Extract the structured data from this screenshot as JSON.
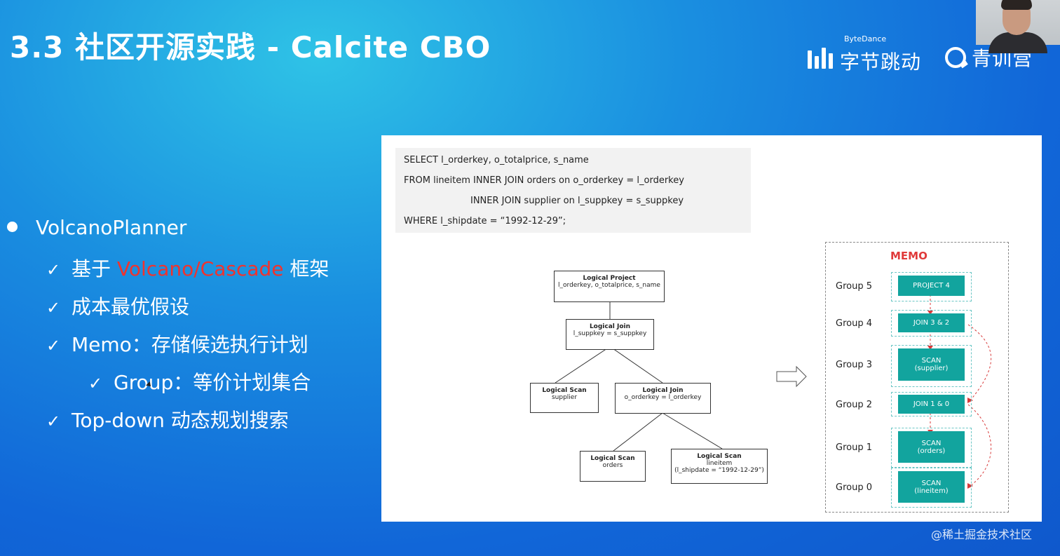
{
  "slide": {
    "title": "3.3 社区开源实践 - Calcite CBO",
    "brand_en": "ByteDance",
    "brand_cn": "字节跳动",
    "brand2": "青训营",
    "watermark": "@稀土掘金技术社区"
  },
  "bullets": {
    "main": "VolcanoPlanner",
    "check": "✓",
    "b1_pre": "基于 ",
    "b1_red": "Volcano/Cascade",
    "b1_post": " 框架",
    "b2": "成本最优假设",
    "b3": "Memo：存储候选执行计划",
    "b4": "Group：等价计划集合",
    "b5": "Top-down 动态规划搜索"
  },
  "sql": [
    "SELECT l_orderkey, o_totalprice, s_name",
    "FROM lineitem INNER JOIN orders on o_orderkey = l_orderkey",
    "INNER JOIN supplier on l_suppkey = s_suppkey",
    "WHERE l_shipdate = “1992-12-29”;"
  ],
  "tree": {
    "project_h": "Logical Project",
    "project_b": "l_orderkey, o_totalprice, s_name",
    "join1_h": "Logical Join",
    "join1_b": "l_suppkey = s_suppkey",
    "scan_sup_h": "Logical Scan",
    "scan_sup_b": "supplier",
    "join2_h": "Logical Join",
    "join2_b": "o_orderkey = l_orderkey",
    "scan_ord_h": "Logical Scan",
    "scan_ord_b": "orders",
    "scan_li_h": "Logical Scan",
    "scan_li_b1": "lineitem",
    "scan_li_b2": "(l_shipdate = “1992-12-29”)"
  },
  "memo": {
    "title": "MEMO",
    "groups": [
      {
        "label": "Group 5",
        "node1": "PROJECT 4",
        "node2": ""
      },
      {
        "label": "Group 4",
        "node1": "JOIN 3 & 2",
        "node2": ""
      },
      {
        "label": "Group 3",
        "node1": "SCAN",
        "node2": "(supplier)"
      },
      {
        "label": "Group 2",
        "node1": "JOIN 1 & 0",
        "node2": ""
      },
      {
        "label": "Group 1",
        "node1": "SCAN",
        "node2": "(orders)"
      },
      {
        "label": "Group 0",
        "node1": "SCAN",
        "node2": "(lineitem)"
      }
    ]
  },
  "colors": {
    "accent_red": "#f0332e",
    "memo_teal": "#12a49e",
    "memo_title": "#e03a3a"
  }
}
